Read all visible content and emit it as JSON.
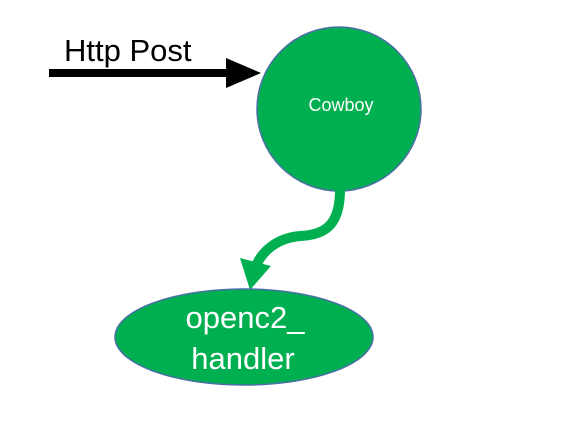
{
  "diagram": {
    "colors": {
      "node_fill": "#00B050",
      "node_stroke": "#4A6FA5",
      "arrow_color": "#000000",
      "connector_color": "#00B050",
      "node_text": "#FFFFFF",
      "label_text": "#000000"
    },
    "input_arrow": {
      "label": "Http Post"
    },
    "nodes": {
      "cowboy": {
        "label": "Cowboy",
        "shape": "circle"
      },
      "handler": {
        "label_line1": "openc2_",
        "label_line2": "handler",
        "shape": "ellipse"
      }
    },
    "connector": {
      "from": "Cowboy",
      "to": "openc2_handler",
      "style": "curved-arrow"
    }
  }
}
